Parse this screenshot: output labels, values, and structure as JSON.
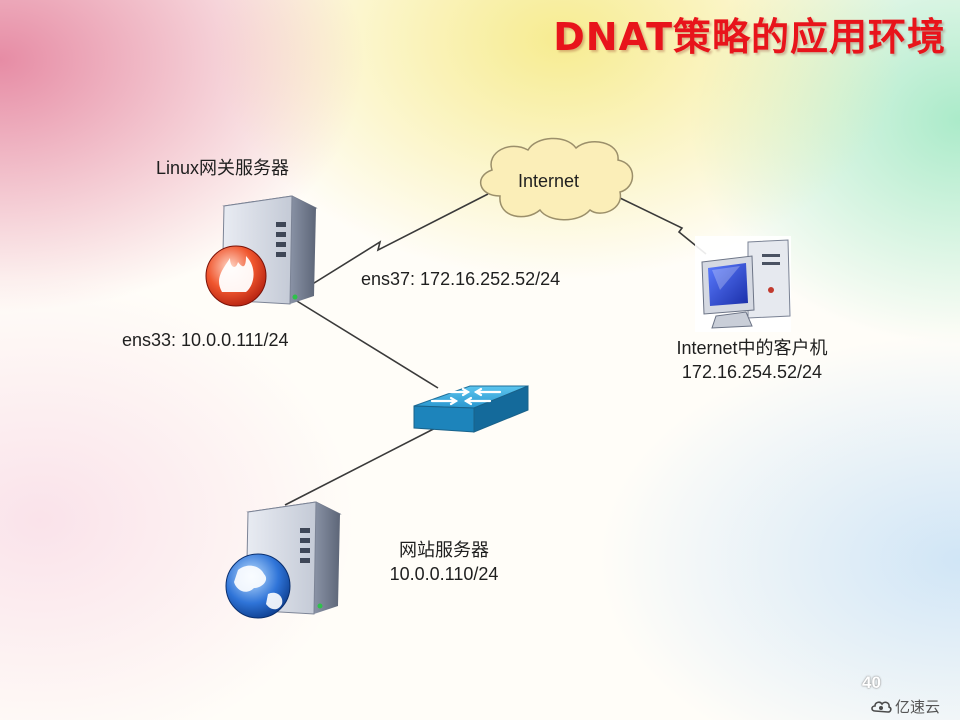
{
  "title": "DNAT策略的应用环境",
  "nodes": {
    "gateway": {
      "label": "Linux网关服务器",
      "ens37": "ens37: 172.16.252.52/24",
      "ens33": "ens33: 10.0.0.111/24",
      "icon": "firewall-server-icon"
    },
    "internet": {
      "label": "Internet",
      "icon": "cloud-icon"
    },
    "client": {
      "label": "Internet中的客户机",
      "ip": "172.16.254.52/24",
      "icon": "desktop-computer-icon"
    },
    "switch": {
      "icon": "network-switch-icon"
    },
    "webserver": {
      "label": "网站服务器",
      "ip": "10.0.0.110/24",
      "icon": "web-server-icon"
    }
  },
  "page_number": "40",
  "watermark": {
    "text": "亿速云",
    "icon": "yisu-cloud-logo-icon"
  },
  "colors": {
    "title": "#e8141b",
    "link": "#3a3a3a"
  }
}
